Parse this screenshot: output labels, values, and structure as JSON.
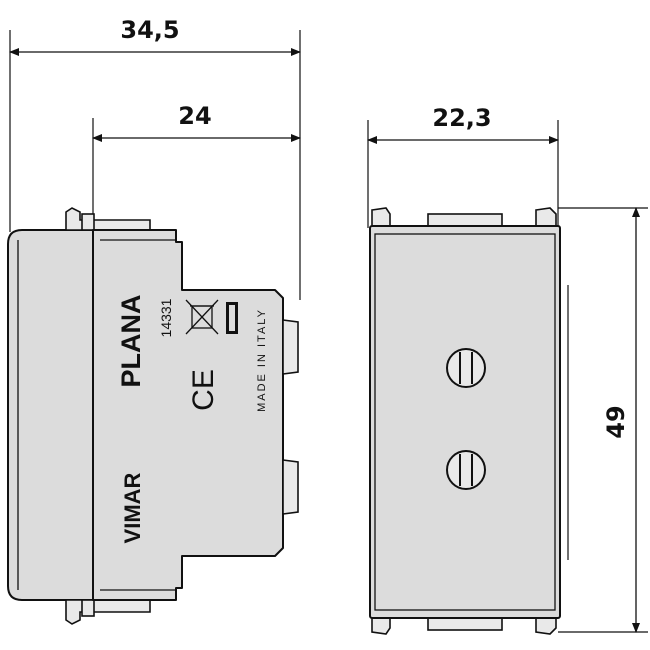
{
  "dimensions": {
    "overall_depth": "34,5",
    "body_depth": "24",
    "width": "22,3",
    "height": "49"
  },
  "side_markings": {
    "brand": "VIMAR",
    "series": "PLANA",
    "code": "14331",
    "ce_mark": "CE",
    "origin": "MADE IN ITALY"
  },
  "colors": {
    "line": "#111111",
    "body_fill": "#dcdcdc",
    "background": "#ffffff"
  }
}
